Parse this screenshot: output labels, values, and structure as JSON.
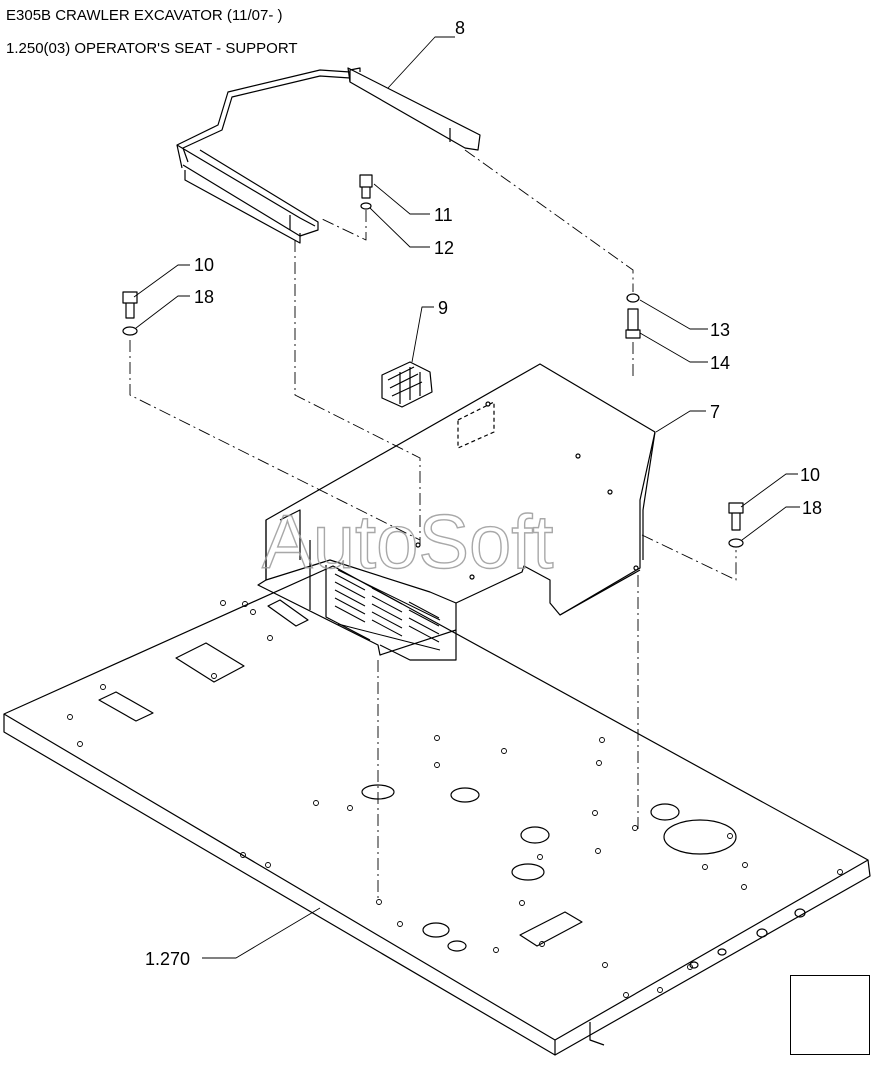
{
  "header": {
    "model": "E305B CRAWLER EXCAVATOR (11/07- )",
    "section": "1.250(03) OPERATOR'S SEAT - SUPPORT"
  },
  "callouts": {
    "c8": "8",
    "c11": "11",
    "c12": "12",
    "c10a": "10",
    "c18a": "18",
    "c9": "9",
    "c13": "13",
    "c14": "14",
    "c7": "7",
    "c10b": "10",
    "c18b": "18",
    "c1270": "1.270"
  },
  "watermark": "AutoSoft",
  "navigation": {
    "icon": "arrow-return-icon"
  },
  "colors": {
    "line": "#000000",
    "watermark": "#9a9a9a",
    "background": "#ffffff"
  }
}
